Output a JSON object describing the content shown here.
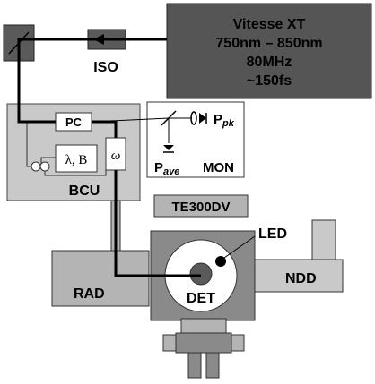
{
  "laser": {
    "name": "Vitesse XT",
    "wavelength": "750nm – 850nm",
    "rep_rate": "80MHz",
    "pulse": "~150fs"
  },
  "labels": {
    "iso": "ISO",
    "pc": "PC",
    "lambda_b": "λ, B",
    "omega": "ω",
    "bcu": "BCU",
    "p_pk_main": "P",
    "p_pk_sub": "pk",
    "p_ave_main": "P",
    "p_ave_sub": "ave",
    "mon": "MON",
    "te300dv": "TE300DV",
    "led": "LED",
    "ndd": "NDD",
    "rad": "RAD",
    "det": "DET"
  },
  "colors": {
    "laser_box": "#555555",
    "block_gray": "#b4b4b4",
    "light_gray": "#c9c9c9",
    "dark_gray": "#5a5a5a",
    "beam": "#000000"
  }
}
